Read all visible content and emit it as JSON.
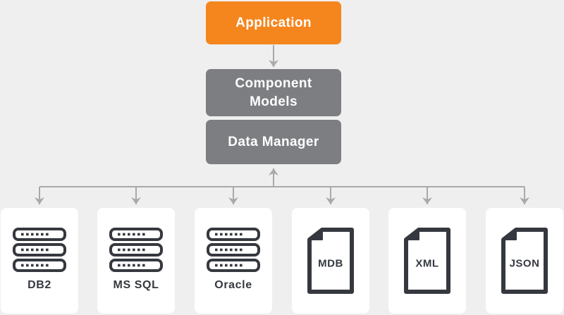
{
  "diagram": {
    "nodes": {
      "application": {
        "label": "Application"
      },
      "component_models": {
        "label": "Component Models"
      },
      "data_manager": {
        "label": "Data Manager"
      }
    },
    "sources": [
      {
        "id": "db2",
        "label": "DB2",
        "icon": "database-icon"
      },
      {
        "id": "ms-sql",
        "label": "MS SQL",
        "icon": "database-icon"
      },
      {
        "id": "oracle",
        "label": "Oracle",
        "icon": "database-icon"
      },
      {
        "id": "mdb",
        "label": "MDB",
        "icon": "document-icon"
      },
      {
        "id": "xml",
        "label": "XML",
        "icon": "document-icon"
      },
      {
        "id": "json",
        "label": "JSON",
        "icon": "document-icon"
      }
    ],
    "colors": {
      "background": "#EFEFEF",
      "application_box": "#F5861E",
      "gray_box": "#7C7E82",
      "connector": "#A9A9A9",
      "icon_stroke": "#35393F",
      "card_background": "#FFFFFF",
      "box_text": "#FFFFFF",
      "card_text": "#35393F"
    }
  }
}
